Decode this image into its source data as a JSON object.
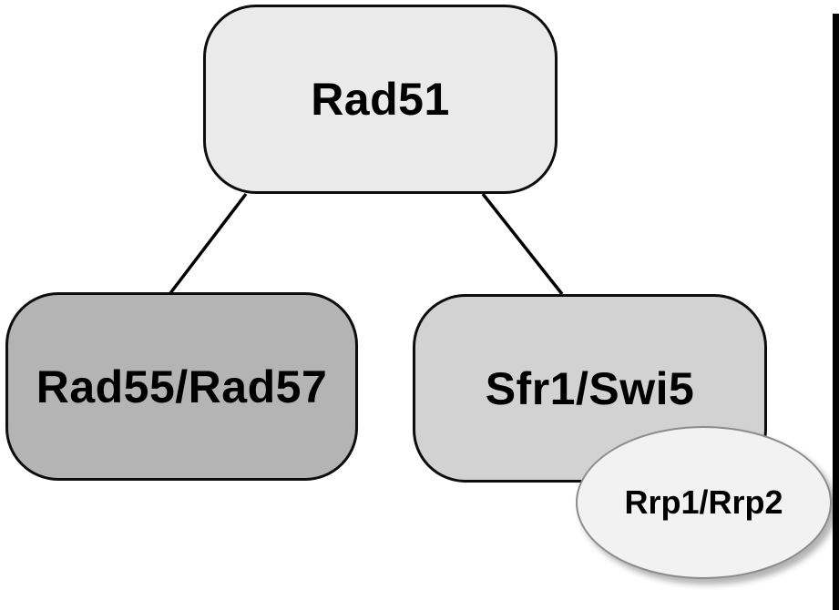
{
  "diagram": {
    "background_color": "#ffffff",
    "edge_color": "#000000",
    "scan_bar_color": "#000000",
    "nodes": {
      "rad51": {
        "label": "Rad51",
        "shape": "rounded-rectangle",
        "fill": "#eaeaea",
        "border_color": "#0d0d0d"
      },
      "rad55_rad57": {
        "label": "Rad55/Rad57",
        "shape": "rounded-rectangle",
        "fill": "#b4b4b4",
        "border_color": "#0d0d0d"
      },
      "sfr1_swi5": {
        "label": "Sfr1/Swi5",
        "shape": "rounded-rectangle",
        "fill": "#d2d2d2",
        "border_color": "#0d0d0d"
      },
      "rrp1_rrp2": {
        "label": "Rrp1/Rrp2",
        "shape": "ellipse",
        "fill": "#f2f2f2",
        "border_color": "#8c8c8c"
      }
    },
    "edges": [
      {
        "from": "rad51",
        "to": "rad55_rad57"
      },
      {
        "from": "rad51",
        "to": "sfr1_swi5"
      }
    ]
  }
}
